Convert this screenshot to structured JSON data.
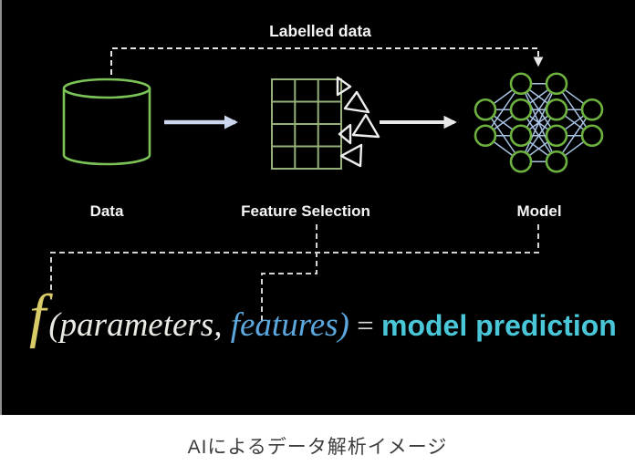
{
  "diagram": {
    "labelled_data_label": "Labelled data",
    "data_node": {
      "label": "Data",
      "icon": "database-cylinder-icon"
    },
    "feature_selection_node": {
      "label": "Feature Selection",
      "icon": "feature-grid-icon",
      "grid": {
        "rows": 4,
        "cols": 3
      }
    },
    "model_node": {
      "label": "Model",
      "icon": "neural-network-icon",
      "layers": [
        2,
        4,
        4,
        2
      ]
    },
    "colors": {
      "background": "#000000",
      "cylinder_green": "#7cc357",
      "grid_green": "#95b07a",
      "node_green": "#6db23e",
      "link_blue": "#a9c3e4",
      "arrow_light": "#ccd7ee",
      "arrow_white": "#e9e9e9",
      "dashed_line": "#dcdcdc",
      "label_white": "#f5f5f5",
      "triangle_white": "#eeeeee"
    }
  },
  "formula": {
    "function_symbol": "f",
    "parameters_part": "(parameters, ",
    "features_part": "features)",
    "equals_part": " = ",
    "result_part": "model prediction",
    "colors": {
      "function_yellow": "#d9cb68",
      "parameters_white": "#eceae4",
      "features_blue": "#5ca8de",
      "equals_white": "#d9d9d9",
      "result_cyan": "#49c7d8"
    }
  },
  "caption": {
    "text": "AIによるデータ解析イメージ",
    "color": "#3d3d3d",
    "background": "#ffffff"
  }
}
